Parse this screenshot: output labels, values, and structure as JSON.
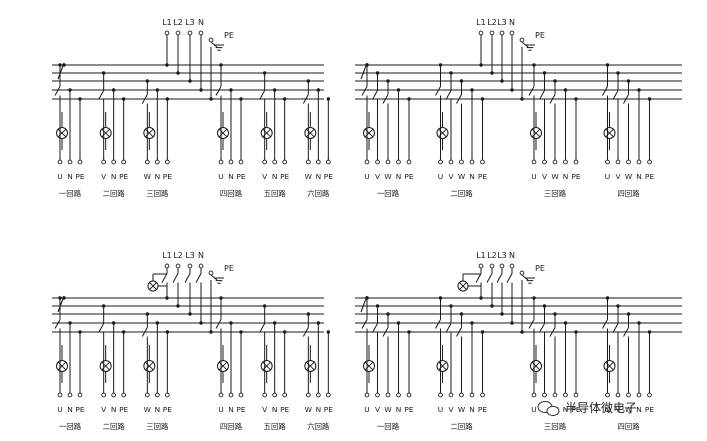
{
  "diagrams": [
    {
      "supply": [
        "L1",
        "L2",
        "L3",
        "N"
      ],
      "pe": "PE",
      "has_lamp": false,
      "terminal_groups": [
        "U N PE",
        "V N PE",
        "W N PE",
        "U N PE",
        "V N PE",
        "W N PE"
      ],
      "circuits": [
        "一回路",
        "二回路",
        "三回路",
        "四回路",
        "五回路",
        "六回路"
      ]
    },
    {
      "supply": [
        "L1",
        "L2",
        "L3",
        "N"
      ],
      "pe": "PE",
      "has_lamp": false,
      "terminal_groups": [
        "U V W N PE",
        "U V W N PE",
        "U V W N PE",
        "U V W N PE"
      ],
      "circuits": [
        "一回路",
        "二回路",
        "三回路",
        "四回路"
      ]
    },
    {
      "supply": [
        "L1",
        "L2",
        "L3",
        "N"
      ],
      "pe": "PE",
      "has_lamp": true,
      "terminal_groups": [
        "U N PE",
        "V N PE",
        "W N PE",
        "U N PE",
        "V N PE",
        "W N PE"
      ],
      "circuits": [
        "一回路",
        "二回路",
        "三回路",
        "四回路",
        "五回路",
        "六回路"
      ]
    },
    {
      "supply": [
        "L1",
        "L2",
        "L3",
        "N"
      ],
      "pe": "PE",
      "has_lamp": true,
      "terminal_groups": [
        "U V W N PE",
        "U V W N PE",
        "U V W N PE",
        "U V W N PE"
      ],
      "circuits": [
        "一回路",
        "二回路",
        "三回路",
        "四回路"
      ]
    }
  ],
  "watermark": {
    "text": "半导体微电子",
    "icon": "wechat-icon"
  }
}
